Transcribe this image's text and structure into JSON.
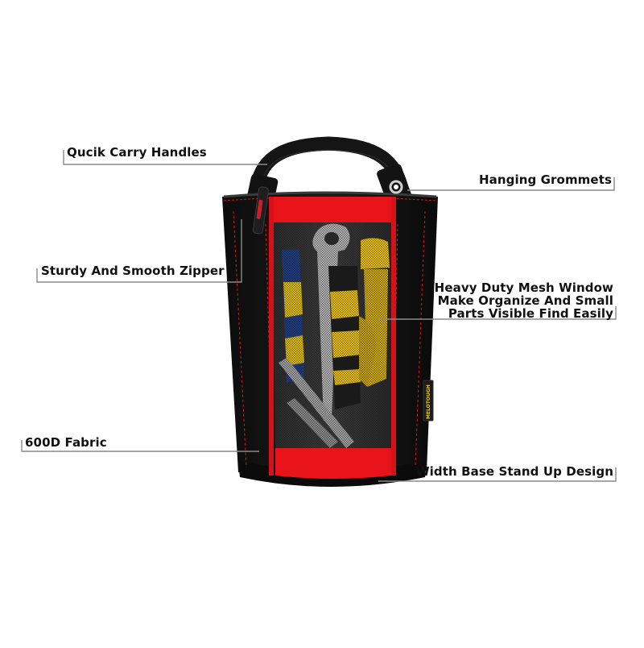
{
  "callouts": {
    "handles": "Qucik Carry Handles",
    "grommets": "Hanging Grommets",
    "zipper": "Sturdy And Smooth Zipper",
    "mesh_line1": "Heavy Duty Mesh Window",
    "mesh_line2": "Make Organize And Small",
    "mesh_line3": "Parts Visible Find Easily",
    "fabric": "600D Fabric",
    "base": "Width Base Stand Up Design"
  },
  "brand_tag": "MELOTOUGH",
  "colors": {
    "bag_body": "#141414",
    "trim_red": "#e8141a",
    "stitch": "#c8202a",
    "tool_yellow": "#f3c800",
    "leader_line": "#8a8a8a"
  }
}
